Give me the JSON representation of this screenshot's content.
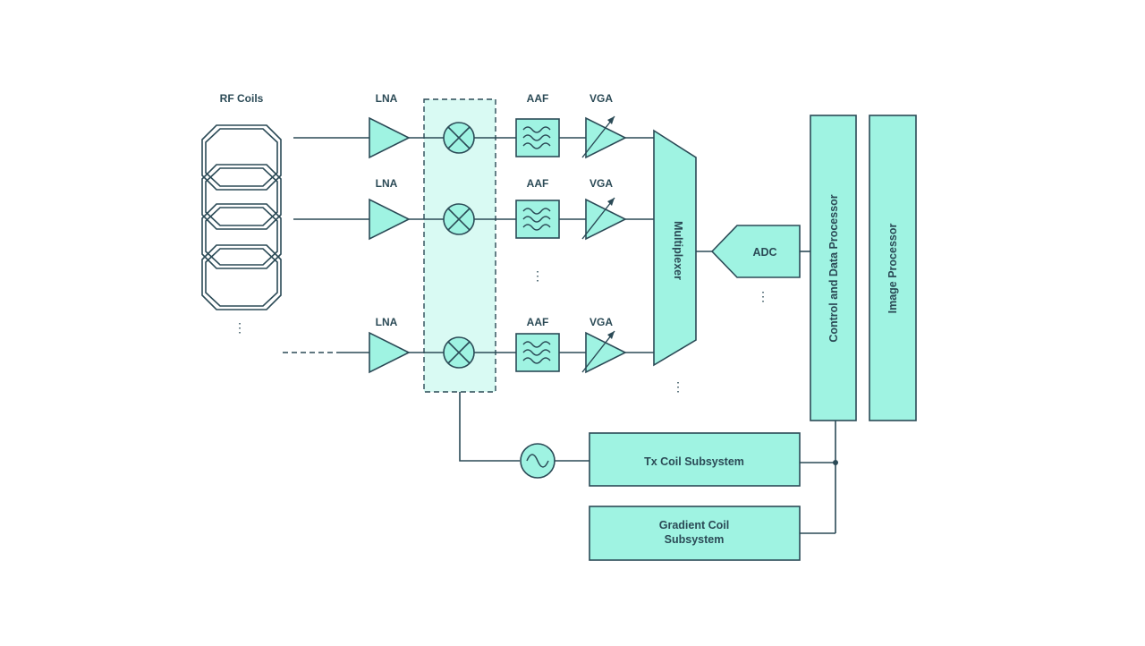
{
  "labels": {
    "rf_coils": "RF Coils",
    "lna": "LNA",
    "aaf": "AAF",
    "vga": "VGA",
    "multiplexer": "Multiplexer",
    "adc": "ADC",
    "control_processor": "Control and Data Processor",
    "image_processor": "Image Processor",
    "tx_coil": "Tx Coil Subsystem",
    "gradient_coil_line1": "Gradient Coil",
    "gradient_coil_line2": "Subsystem",
    "ellipsis": "⋮"
  },
  "colors": {
    "fill": "#9ff3e2",
    "fill_light": "#d9faf3",
    "stroke": "#2b4a56",
    "coil": "#2b4a56"
  }
}
